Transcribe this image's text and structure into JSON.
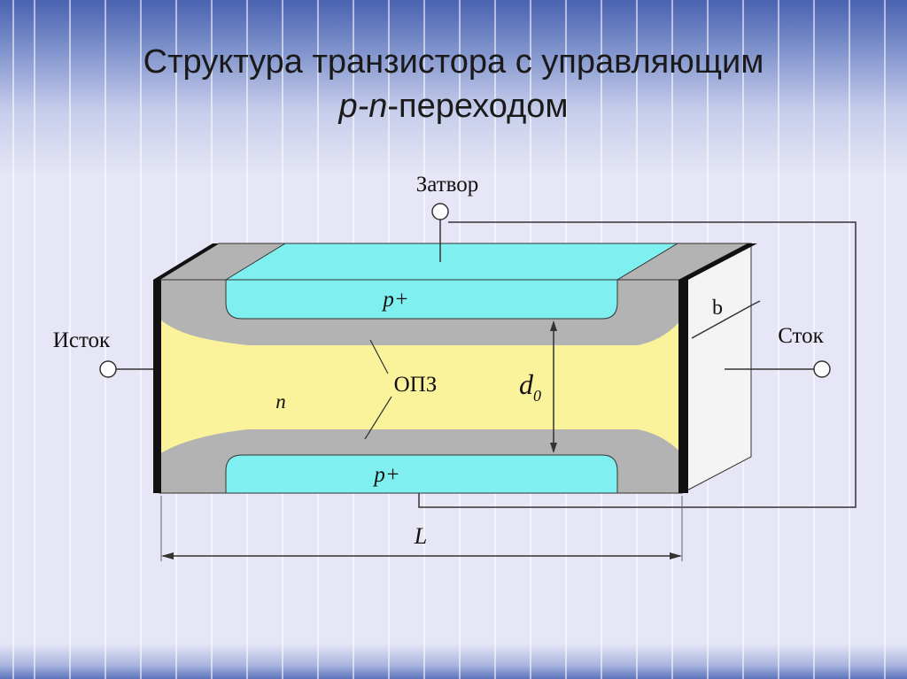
{
  "title": {
    "line1": "Структура транзистора с управляющим",
    "line2_italic": "p-n",
    "line2_rest": "-переходом"
  },
  "diagram": {
    "gate_label": "Затвор",
    "source_label": "Исток",
    "drain_label": "Сток",
    "p_top_label": "p+",
    "p_bottom_label": "p+",
    "n_label": "n",
    "depletion_label": "ОПЗ",
    "thickness_label_main": "d",
    "thickness_label_sub": "0",
    "width_label": "b",
    "length_label": "L"
  },
  "colors": {
    "p_region": "#7fefef",
    "n_region": "#fbf39c",
    "depletion": "#b3b3b3",
    "contact": "#111111"
  }
}
